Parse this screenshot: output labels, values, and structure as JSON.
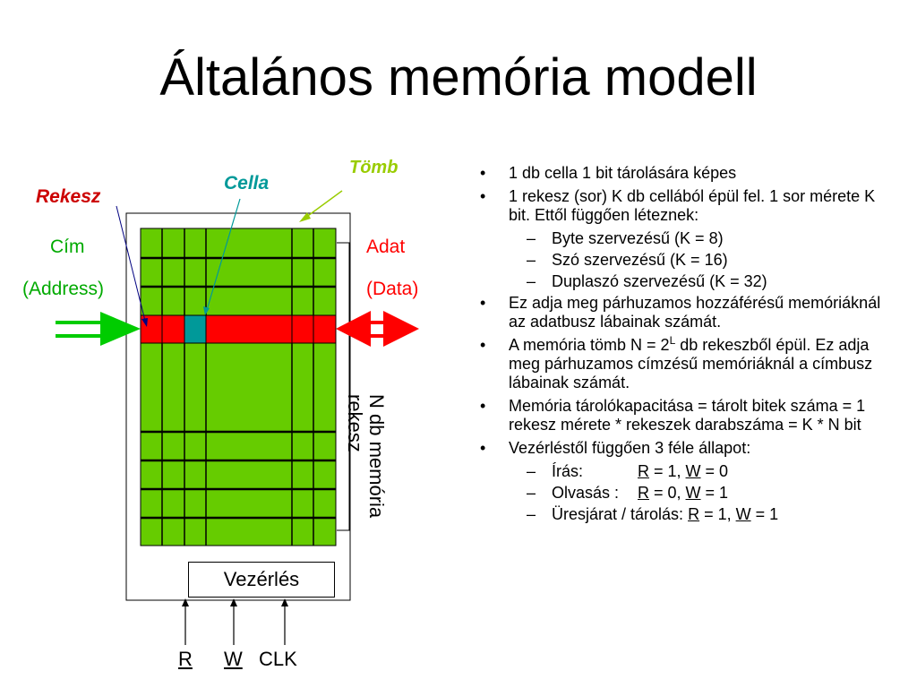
{
  "title": "Általános memória modell",
  "diagram": {
    "labels": {
      "tomb": "Tömb",
      "cella": "Cella",
      "rekesz": "Rekesz",
      "cim": "Cím",
      "address": "(Address)",
      "adat": "Adat",
      "data": "(Data)",
      "n_db_line1": "N db memória",
      "n_db_line2": "rekesz",
      "vezerles": "Vezérlés",
      "sig_r": "R",
      "sig_w": "W",
      "sig_clk": "CLK"
    },
    "colors": {
      "grid": "#66cc00",
      "row": "#ff0000",
      "cell": "#009999",
      "address_arrow": "#00cc00",
      "data_arrow": "#ff0000",
      "tomb_label": "#99cc00",
      "cella_label": "#009999",
      "rekesz_label": "#cc0000",
      "adat_label": "#ff0000",
      "cim_label": "#00aa00"
    }
  },
  "bullets": {
    "b1": "1 db cella 1 bit tárolására képes",
    "b2": "1 rekesz (sor) K db cellából épül fel. 1 sor mérete K bit. Ettől függően léteznek:",
    "b2_sub": [
      "Byte szervezésű (K = 8)",
      "Szó szervezésű (K = 16)",
      "Duplaszó szervezésű (K = 32)"
    ],
    "b3": "Ez adja meg párhuzamos hozzáférésű memóriáknál az adatbusz lábainak számát.",
    "b4_pre": "A memória tömb N = 2",
    "b4_sup": "L",
    "b4_post": " db rekeszből épül. Ez adja meg párhuzamos címzésű memóriáknál a címbusz lábainak számát.",
    "b5": "Memória tárolókapacitása = tárolt bitek száma = 1 rekesz mérete * rekeszek darabszáma = K * N bit",
    "b6": "Vezérléstől függően 3 féle állapot:",
    "states": [
      {
        "label": "Írás:",
        "r": "R",
        "r_eq": " = 1, ",
        "w": "W",
        "w_eq": " = 0"
      },
      {
        "label": "Olvasás :",
        "r": "R",
        "r_eq": " = 0, ",
        "w": "W",
        "w_eq": " = 1"
      },
      {
        "label": "Üresjárat / tárolás: ",
        "r": "R",
        "r_eq": " = 1, ",
        "w": "W",
        "w_eq": " = 1"
      }
    ],
    "bullet_char": "•",
    "dash_char": "–"
  }
}
